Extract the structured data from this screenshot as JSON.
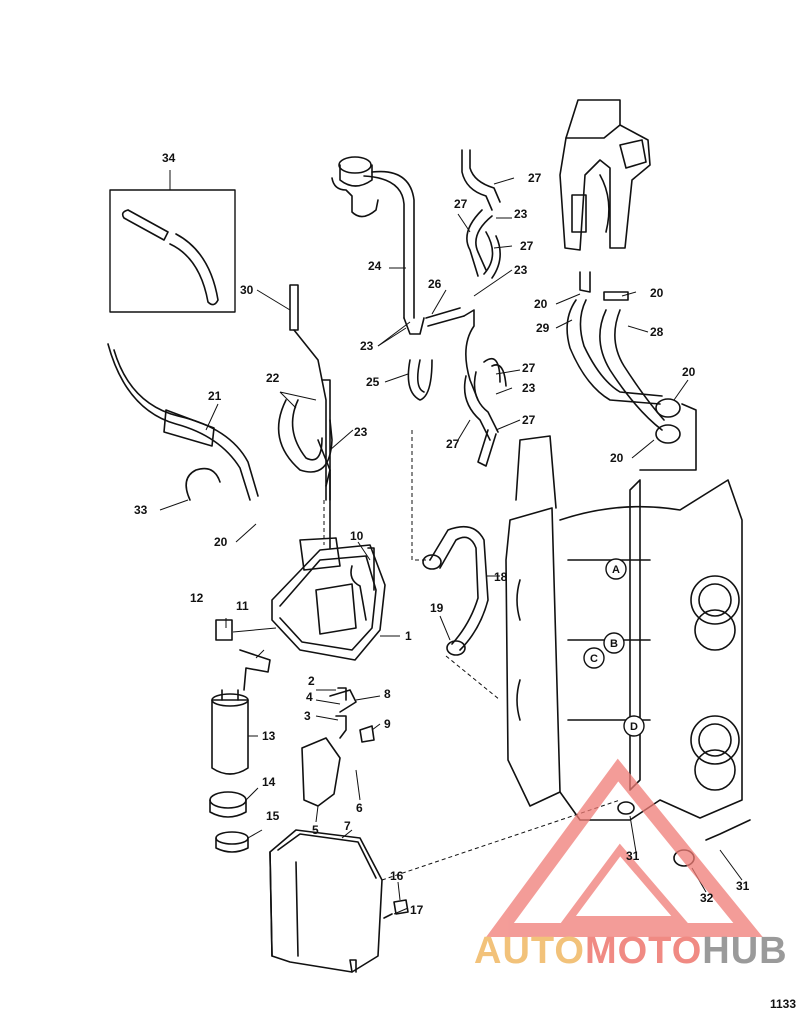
{
  "figure_number": "1133",
  "watermark": {
    "part1": "AUTO",
    "part2": "MOTO",
    "part3": "HUB",
    "colors": [
      "#f2c27a",
      "#f08a83",
      "#9a9a9a"
    ]
  },
  "callouts": [
    "1",
    "2",
    "3",
    "4",
    "5",
    "6",
    "7",
    "8",
    "9",
    "10",
    "11",
    "12",
    "13",
    "14",
    "15",
    "16",
    "17",
    "18",
    "19",
    "20",
    "21",
    "22",
    "23",
    "24",
    "25",
    "26",
    "27",
    "28",
    "29",
    "30",
    "31",
    "32",
    "33",
    "34"
  ],
  "circle_labels": [
    "A",
    "B",
    "C",
    "D"
  ]
}
